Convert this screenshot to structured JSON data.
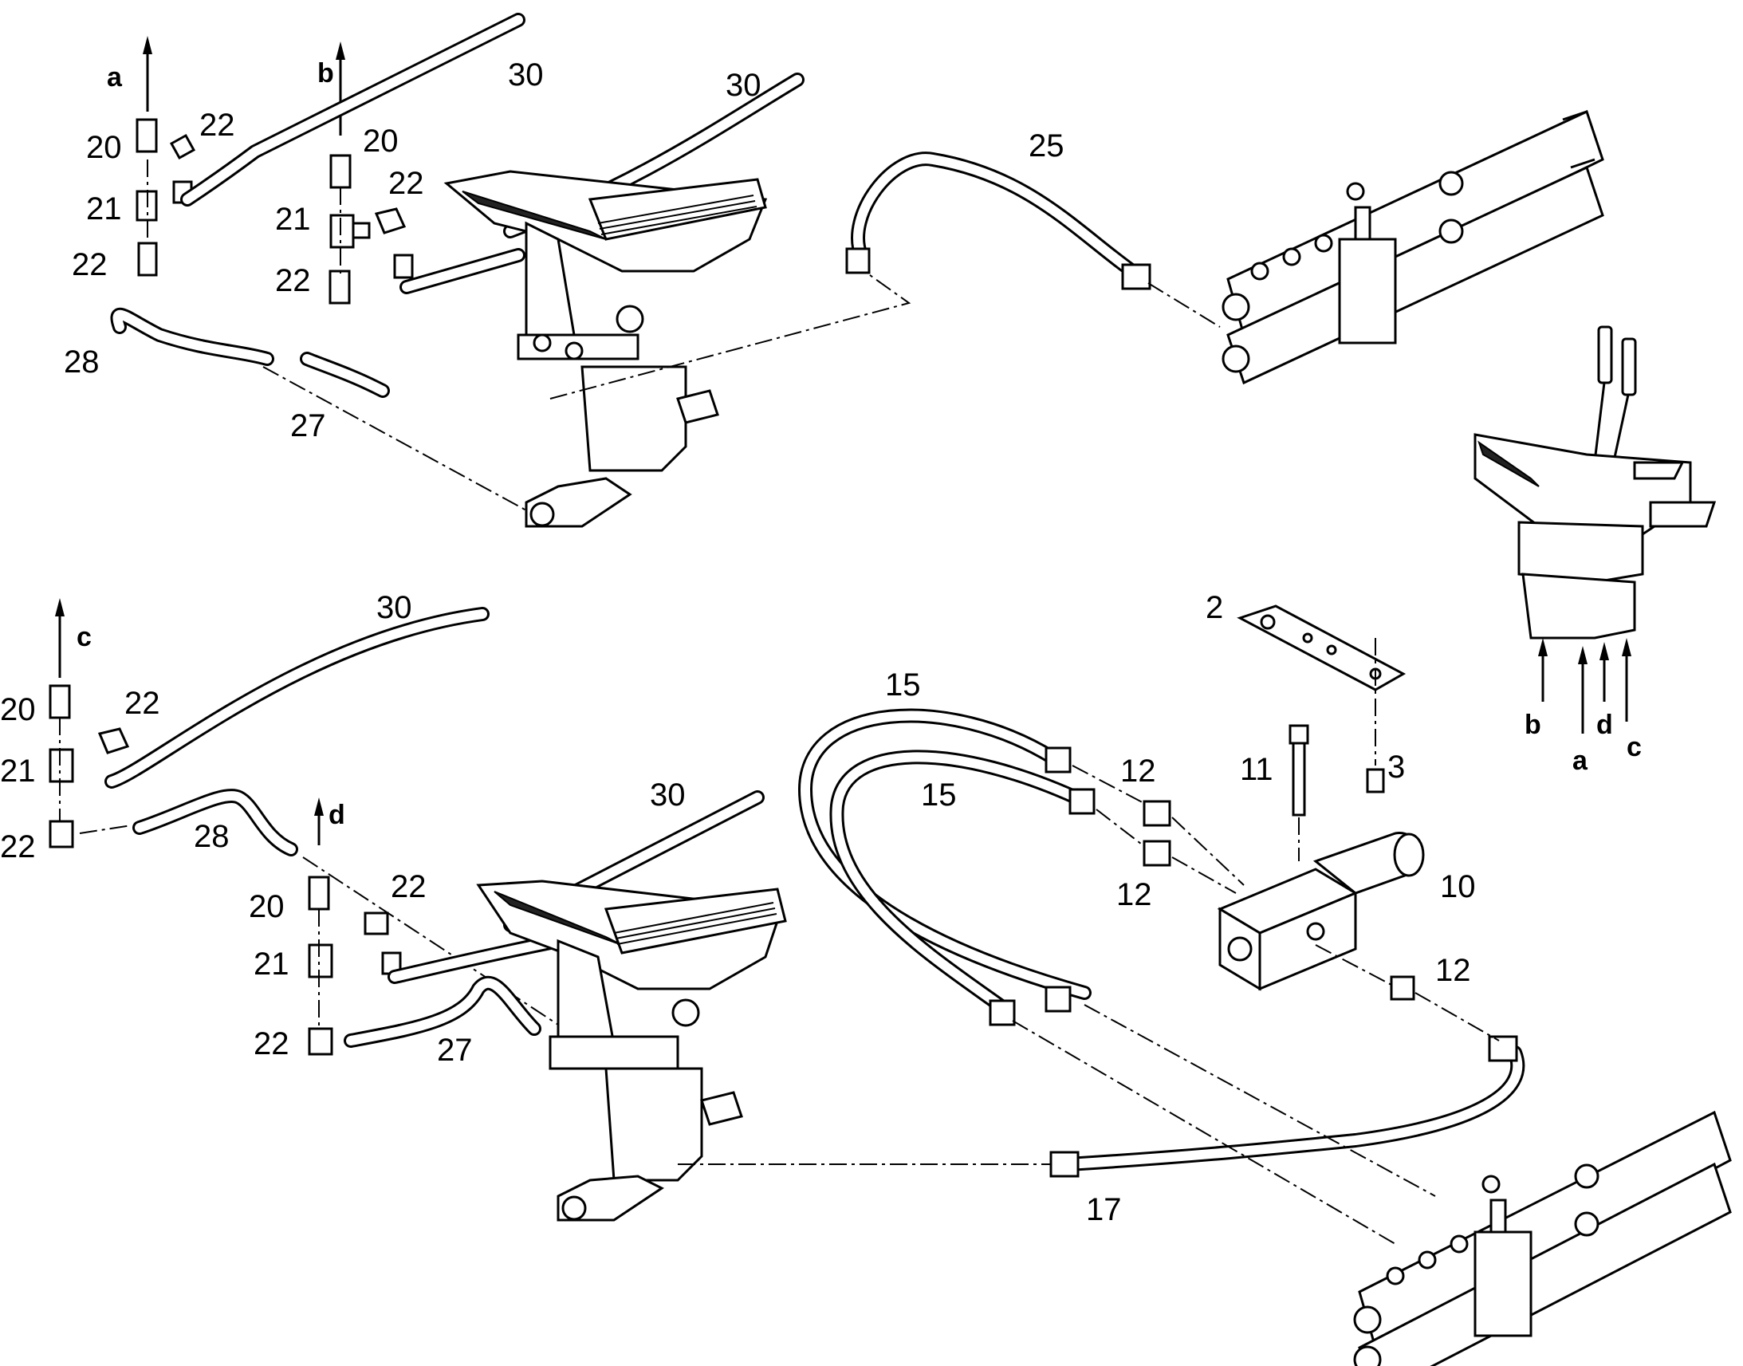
{
  "callouts": {
    "c1": "a",
    "c2": "b",
    "c3": "20",
    "c4": "22",
    "c5": "21",
    "c6": "22",
    "c7": "28",
    "c8": "27",
    "c9": "20",
    "c10": "22",
    "c11": "21",
    "c12": "22",
    "c13": "30",
    "c14": "30",
    "c15": "25",
    "c16": "c",
    "c17": "20",
    "c18": "22",
    "c19": "21",
    "c20": "22",
    "c21": "30",
    "c22": "28",
    "c23": "d",
    "c24": "20",
    "c25": "22",
    "c26": "21",
    "c27": "22",
    "c28": "27",
    "c29": "30",
    "c30": "15",
    "c31": "15",
    "c32": "2",
    "c33": "12",
    "c34": "12",
    "c35": "11",
    "c36": "3",
    "c37": "10",
    "c38": "12",
    "c39": "17",
    "c40": "b",
    "c41": "a",
    "c42": "d",
    "c43": "c"
  }
}
